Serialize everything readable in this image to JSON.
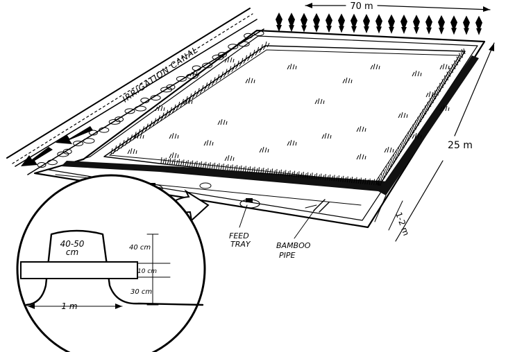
{
  "dimensions": {
    "width": "70 m",
    "length": "25 m",
    "canal_gap": "1-2 m"
  },
  "labels": {
    "canal": "IRRIGATION CANAL",
    "feed_tray": [
      "FEED",
      "TRAY"
    ],
    "bamboo_pipe": [
      "BAMBOO",
      "PIPE"
    ]
  },
  "inset": {
    "dike_top": [
      "40-50",
      "cm"
    ],
    "height_above": "40 cm",
    "pipe_dia": "10 cm",
    "height_below": "30 cm",
    "base_width": "1 m"
  }
}
